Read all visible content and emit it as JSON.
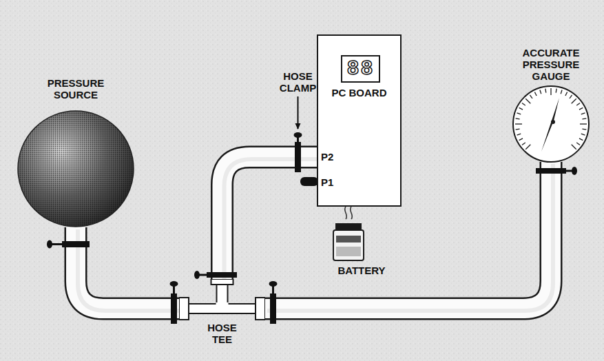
{
  "diagram": {
    "nodes": [
      {
        "text": [
          "PRESSURE SOURCE"
        ]
      },
      {
        "text": [
          "PC BOARD"
        ]
      },
      {
        "text": [
          "88"
        ],
        "in": 1
      },
      {
        "text": [
          "BATTERY"
        ]
      },
      {
        "text": [
          "ACCURATE PRESSURE GAUGE"
        ]
      },
      {
        "text": [
          "HOSE TEE"
        ]
      }
    ],
    "edges": [
      {
        "from": 0,
        "to": 5,
        "arrow": "none"
      },
      {
        "from": 5,
        "to": 1,
        "arrow": "none"
      },
      {
        "from": 5,
        "to": 4,
        "arrow": "none"
      },
      {
        "from": 3,
        "to": 1,
        "arrow": "none"
      }
    ],
    "labels": [
      "HOSE CLAMP",
      "P2",
      "P1"
    ]
  }
}
